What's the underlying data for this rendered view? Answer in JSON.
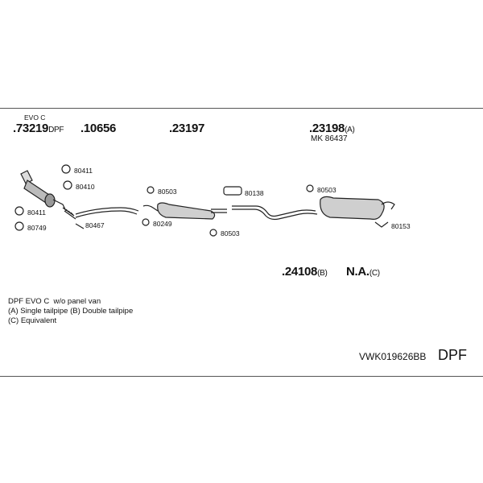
{
  "main_parts": {
    "p73219": {
      "number": ".73219",
      "suffix": "DPF",
      "super": "EVO C"
    },
    "p10656": {
      "number": ".10656"
    },
    "p23197": {
      "number": ".23197"
    },
    "p23198": {
      "number": ".23198",
      "suffix": "(A)",
      "sub": "MK  86437"
    },
    "p24108": {
      "number": ".24108",
      "suffix": "(B)"
    },
    "pNA": {
      "number": "N.A.",
      "suffix": "(C)"
    }
  },
  "small_parts": {
    "c80411a": "80411",
    "c80410": "80410",
    "c80411b": "80411",
    "c80749": "80749",
    "c80467": "80467",
    "c80503a": "80503",
    "c80249": "80249",
    "c80138": "80138",
    "c80503b": "80503",
    "c80503c": "80503",
    "c80153": "80153"
  },
  "notes": {
    "line1_a": "DPF EVO C",
    "line1_b": "w/o panel van",
    "line2": "(A) Single tailpipe (B) Double tailpipe",
    "line3": "(C) Equivalent"
  },
  "footer": {
    "code": "VWK019626BB",
    "tag": "DPF"
  }
}
